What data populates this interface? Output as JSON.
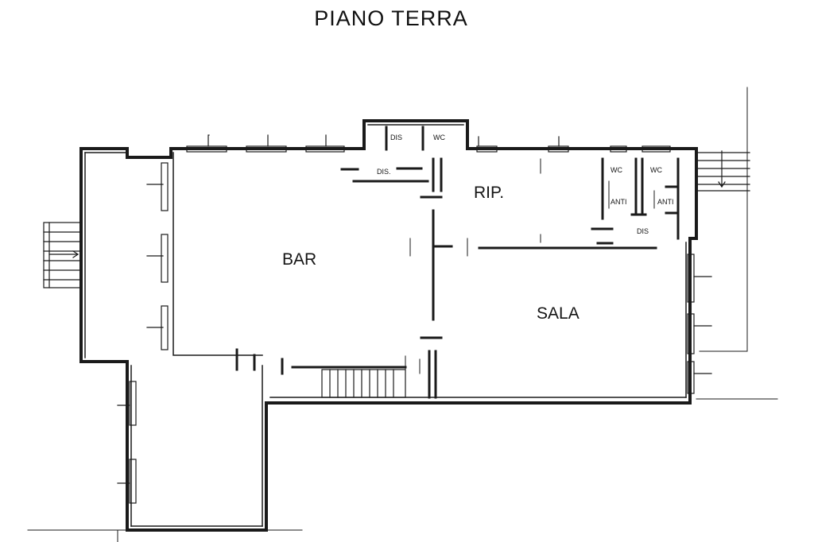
{
  "title": "PIANO TERRA",
  "rooms": {
    "bar": "BAR",
    "sala": "SALA",
    "rip": "RIP.",
    "dis_top": "DIS",
    "wc_top": "WC",
    "dis_mid": "DIS.",
    "wc_left": "WC",
    "wc_right": "WC",
    "anti_left": "ANTI",
    "anti_right": "ANTI",
    "dis_right": "DIS"
  },
  "colors": {
    "line": "#1a1a1a",
    "background": "#ffffff"
  }
}
